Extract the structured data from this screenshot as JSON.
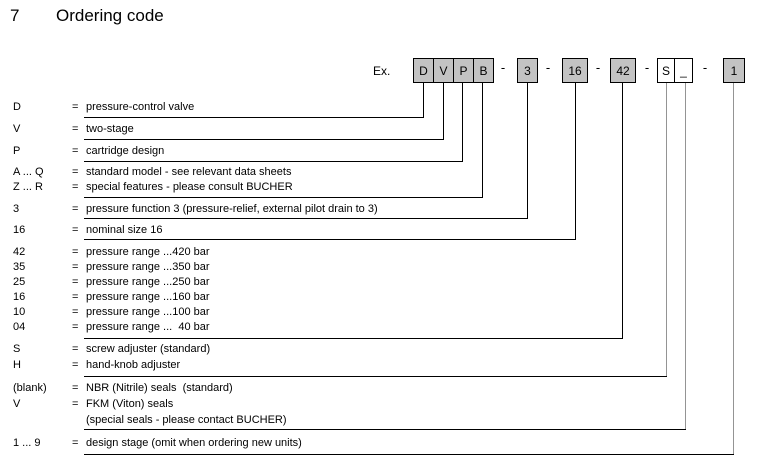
{
  "page": {
    "section_number": "7",
    "title": "Ordering code",
    "background": "#ffffff",
    "text_color": "#000000",
    "box_fill_gray": "#c3c3c3",
    "box_fill_white": "#ffffff",
    "line_color": "#000000",
    "gray_line_color": "#949494"
  },
  "example": {
    "label": "Ex.",
    "separator": "-",
    "boxes": [
      {
        "text": "D",
        "fill": "gray"
      },
      {
        "text": "V",
        "fill": "gray"
      },
      {
        "text": "P",
        "fill": "gray"
      },
      {
        "text": "B",
        "fill": "gray"
      },
      {
        "text": "3",
        "fill": "gray"
      },
      {
        "text": "16",
        "fill": "gray"
      },
      {
        "text": "42",
        "fill": "gray"
      },
      {
        "text": "S",
        "fill": "white"
      },
      {
        "text": "_",
        "fill": "white"
      },
      {
        "text": "1",
        "fill": "gray"
      }
    ]
  },
  "legend": {
    "equals": "=",
    "rows": [
      {
        "code": "D",
        "desc": "pressure-control valve"
      },
      {
        "code": "V",
        "desc": "two-stage"
      },
      {
        "code": "P",
        "desc": "cartridge design"
      },
      {
        "code": "A ... Q",
        "desc": "standard model - see relevant data sheets"
      },
      {
        "code": "Z ... R",
        "desc": "special features - please consult BUCHER"
      },
      {
        "code": "3",
        "desc": "pressure function 3 (pressure-relief, external pilot drain to 3)"
      },
      {
        "code": "16",
        "desc": "nominal size 16"
      },
      {
        "code": "42",
        "desc": "pressure range ...420 bar"
      },
      {
        "code": "35",
        "desc": "pressure range ...350 bar"
      },
      {
        "code": "25",
        "desc": "pressure range ...250 bar"
      },
      {
        "code": "16",
        "desc": "pressure range ...160 bar"
      },
      {
        "code": "10",
        "desc": "pressure range ...100 bar"
      },
      {
        "code": "04",
        "desc": "pressure range ...  40 bar"
      },
      {
        "code": "S",
        "desc": "screw adjuster (standard)"
      },
      {
        "code": "H",
        "desc": "hand-knob adjuster"
      },
      {
        "code": "(blank)",
        "desc": "NBR (Nitrile) seals  (standard)"
      },
      {
        "code": "V",
        "desc": "FKM (Viton) seals"
      },
      {
        "code": "",
        "desc": "(special seals - please contact BUCHER)"
      },
      {
        "code": "1 ... 9",
        "desc": "design stage (omit when ordering new units)"
      }
    ]
  }
}
